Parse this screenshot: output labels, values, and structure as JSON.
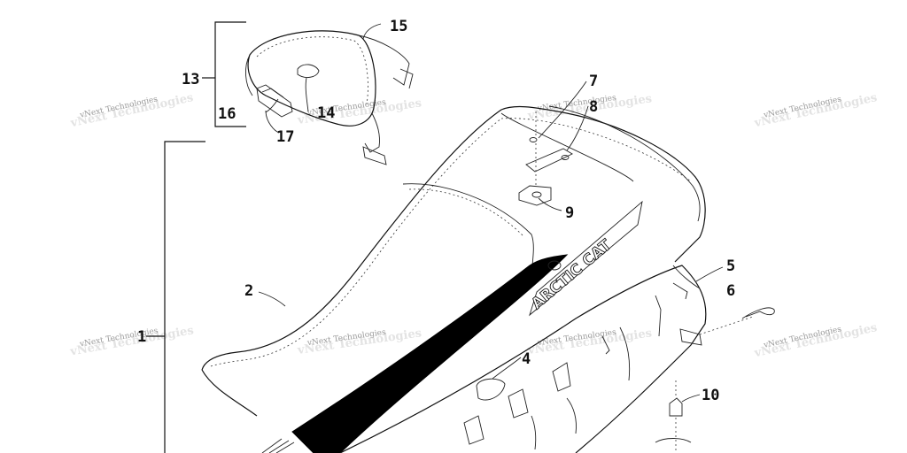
{
  "watermark": {
    "text": "vNext Technologies"
  },
  "logo_text": "ARCTIC CAT",
  "part_labels": [
    {
      "id": "label-1",
      "text": "1"
    },
    {
      "id": "label-2",
      "text": "2"
    },
    {
      "id": "label-4",
      "text": "4"
    },
    {
      "id": "label-5",
      "text": "5"
    },
    {
      "id": "label-6",
      "text": "6"
    },
    {
      "id": "label-7",
      "text": "7"
    },
    {
      "id": "label-8",
      "text": "8"
    },
    {
      "id": "label-9",
      "text": "9"
    },
    {
      "id": "label-10",
      "text": "10"
    },
    {
      "id": "label-13",
      "text": "13"
    },
    {
      "id": "label-14",
      "text": "14"
    },
    {
      "id": "label-15",
      "text": "15"
    },
    {
      "id": "label-16",
      "text": "16"
    },
    {
      "id": "label-17",
      "text": "17"
    }
  ]
}
